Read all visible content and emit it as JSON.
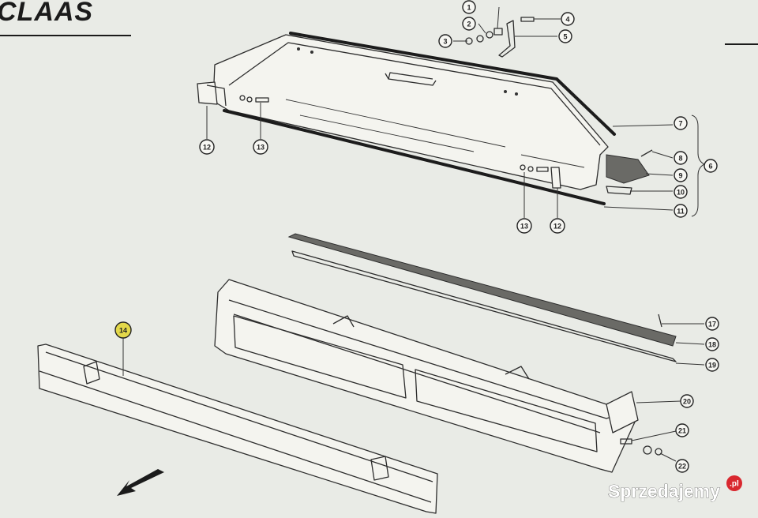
{
  "brand": {
    "logo_text": "CLAAS"
  },
  "watermark": {
    "text": "Sprzedajemy",
    "suffix": ".pl"
  },
  "callouts": [
    {
      "id": "c1",
      "label": "1"
    },
    {
      "id": "c2",
      "label": "2"
    },
    {
      "id": "c3",
      "label": "3"
    },
    {
      "id": "c4",
      "label": "4"
    },
    {
      "id": "c5",
      "label": "5"
    },
    {
      "id": "c6",
      "label": "6"
    },
    {
      "id": "c7",
      "label": "7"
    },
    {
      "id": "c8",
      "label": "8"
    },
    {
      "id": "c9",
      "label": "9"
    },
    {
      "id": "c10",
      "label": "10"
    },
    {
      "id": "c11",
      "label": "11"
    },
    {
      "id": "c12a",
      "label": "12"
    },
    {
      "id": "c13a",
      "label": "13"
    },
    {
      "id": "c13b",
      "label": "13"
    },
    {
      "id": "c12b",
      "label": "12"
    },
    {
      "id": "c14",
      "label": "14"
    },
    {
      "id": "c17",
      "label": "17"
    },
    {
      "id": "c18",
      "label": "18"
    },
    {
      "id": "c19",
      "label": "19"
    },
    {
      "id": "c20",
      "label": "20"
    },
    {
      "id": "c21",
      "label": "21"
    },
    {
      "id": "c22",
      "label": "22"
    }
  ],
  "colors": {
    "background": "#e9ebe6",
    "line": "#2d2d2d",
    "callout_14_fill": "#e3d84a",
    "watermark_badge": "#d9282f"
  }
}
